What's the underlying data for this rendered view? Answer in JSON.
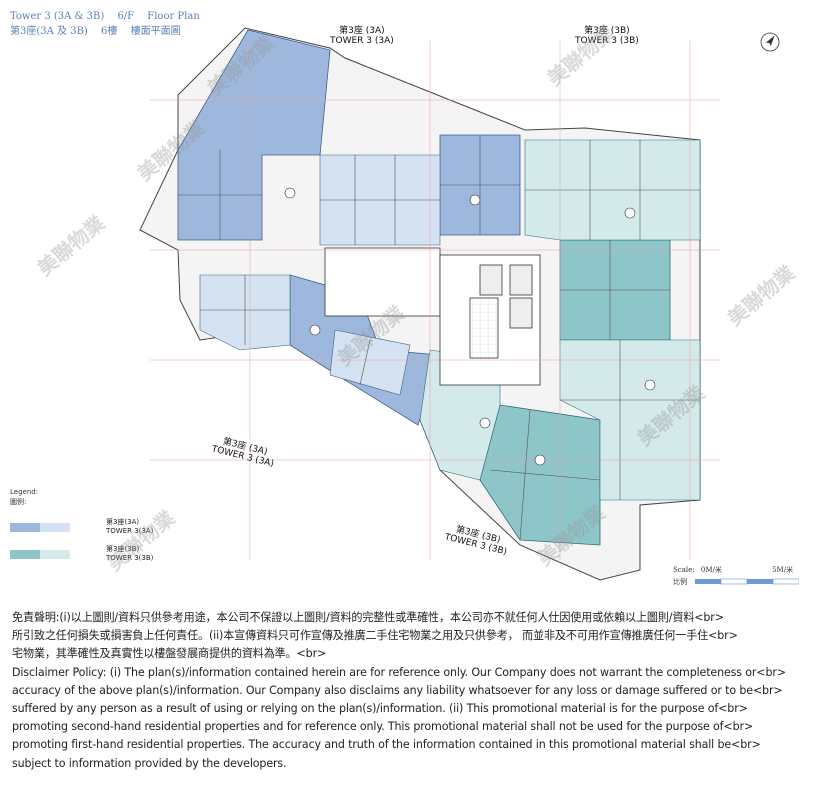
{
  "header": {
    "tower_en": "Tower 3 (3A & 3B)",
    "floor_en": "6/F",
    "plan_en": "Floor Plan",
    "tower_zh": "第3座(3A 及 3B)",
    "floor_zh": "6樓",
    "plan_zh": "樓面平面圖"
  },
  "tower_labels": {
    "top_3a": "第3座 (3A)\nTOWER 3 (3A)",
    "top_3b": "第3座 (3B)\nTOWER 3 (3B)",
    "bottom_3a": "第3座 (3A)\nTOWER 3 (3A)",
    "bottom_3b": "第3座 (3B)\nTOWER 3 (3B)"
  },
  "legend": {
    "title_en": "Legend:",
    "title_zh": "圖例:",
    "item_a": "第3座(3A)\nTOWER 3(3A)",
    "item_b": "第3座(3B)\nTOWER 3(3B)",
    "color_a_dark": "#9db8dc",
    "color_a_light": "#d5e2f1",
    "color_b_dark": "#8ec5c9",
    "color_b_light": "#d3e9ea"
  },
  "scale": {
    "label": "Scale:",
    "start": "0M/米",
    "end": "5M/米",
    "label_zh": "比例"
  },
  "watermark": "美聯物業",
  "disclaimer_lines": [
    "免責聲明:(i)以上圖則/資料只供參考用途，本公司不保證以上圖則/資料的完整性或準確性，本公司亦不就任何人仕因使用或依賴以上圖則/資料<br>",
    "所引致之任何損失或損害負上任何責任。(ii)本宣傳資料只可作宣傳及推廣二手住宅物業之用及只供參考， 而並非及不可用作宣傳推廣任何一手住<br>",
    "宅物業，其準確性及真實性以樓盤發展商提供的資料為準。<br>",
    "Disclaimer Policy: (i) The plan(s)/information contained herein are for reference only. Our Company does not warrant the completeness or<br>",
    "accuracy of the above plan(s)/information. Our Company also disclaims any liability whatsoever for any loss or damage suffered or to be<br>",
    "suffered by any person as a result of using or relying on the plan(s)/information. (ii) This promotional material is for the purpose of<br>",
    "promoting second-hand residential properties and for reference only. This promotional material shall not be used for the purpose of<br>",
    "promoting first-hand residential properties. The accuracy and truth of the information contained in this promotional material shall be<br>",
    "subject to information provided by the developers."
  ]
}
